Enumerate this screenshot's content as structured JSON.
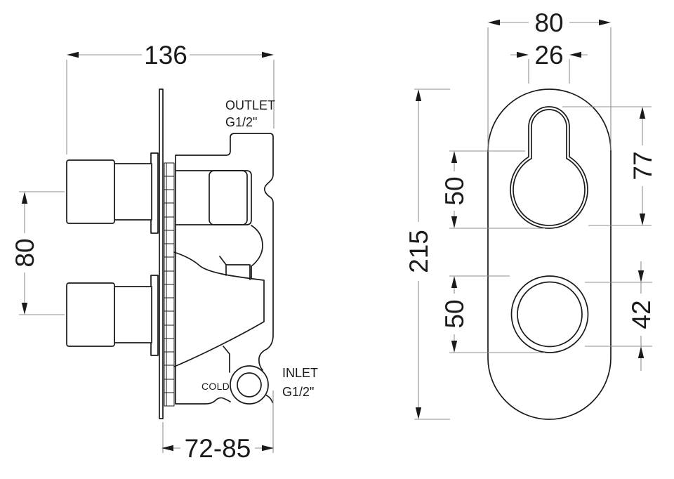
{
  "side_view": {
    "dims": {
      "total_depth": "136",
      "handle_spacing": "80",
      "depth_range": "72-85"
    },
    "labels": {
      "outlet": "OUTLET",
      "outlet_thread": "G1/2\"",
      "inlet": "INLET",
      "inlet_thread": "G1/2\"",
      "cold": "COLD"
    }
  },
  "front_view": {
    "dims": {
      "plate_width": "80",
      "lever_slot_width": "26",
      "plate_height": "215",
      "top_control_diameter": "50",
      "bottom_control_diameter": "50",
      "keyhole_height": "77",
      "dial_inner_diameter": "42"
    }
  },
  "colors": {
    "object_line": "#1a1a1a",
    "dimension_line": "#8f8f8f",
    "background": "#ffffff"
  }
}
